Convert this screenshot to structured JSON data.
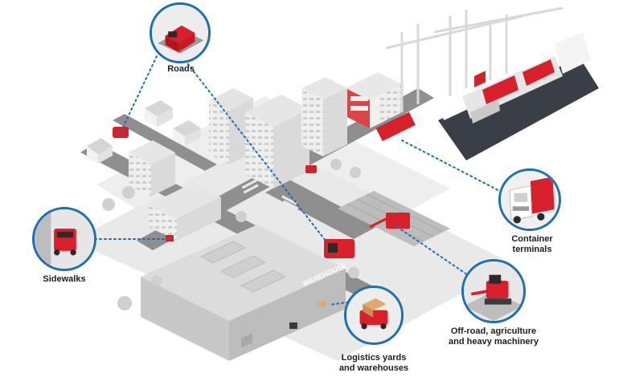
{
  "labels": {
    "roads": "Roads",
    "sidewalks": "Sidewalks",
    "container_line1": "Container",
    "container_line2": "terminals",
    "offroad_line1": "Off-road, agriculture",
    "offroad_line2": "and heavy machinery",
    "logistics_line1": "Logistics yards",
    "logistics_line2": "and warehouses",
    "warehouse_sign": "WAREHOUSE"
  },
  "colors": {
    "accent_red": "#d7202a",
    "callout_blue": "#1e6fb0",
    "building_light": "#f2f2f2",
    "building_mid": "#dcdcdc",
    "building_dark": "#bdbdbd",
    "road": "#8e8e8e",
    "ground": "#ececec"
  },
  "icons": [
    "delivery-robot-icon",
    "sidewalk-robot-icon",
    "truck-icon",
    "harvester-icon",
    "forklift-robot-icon"
  ]
}
